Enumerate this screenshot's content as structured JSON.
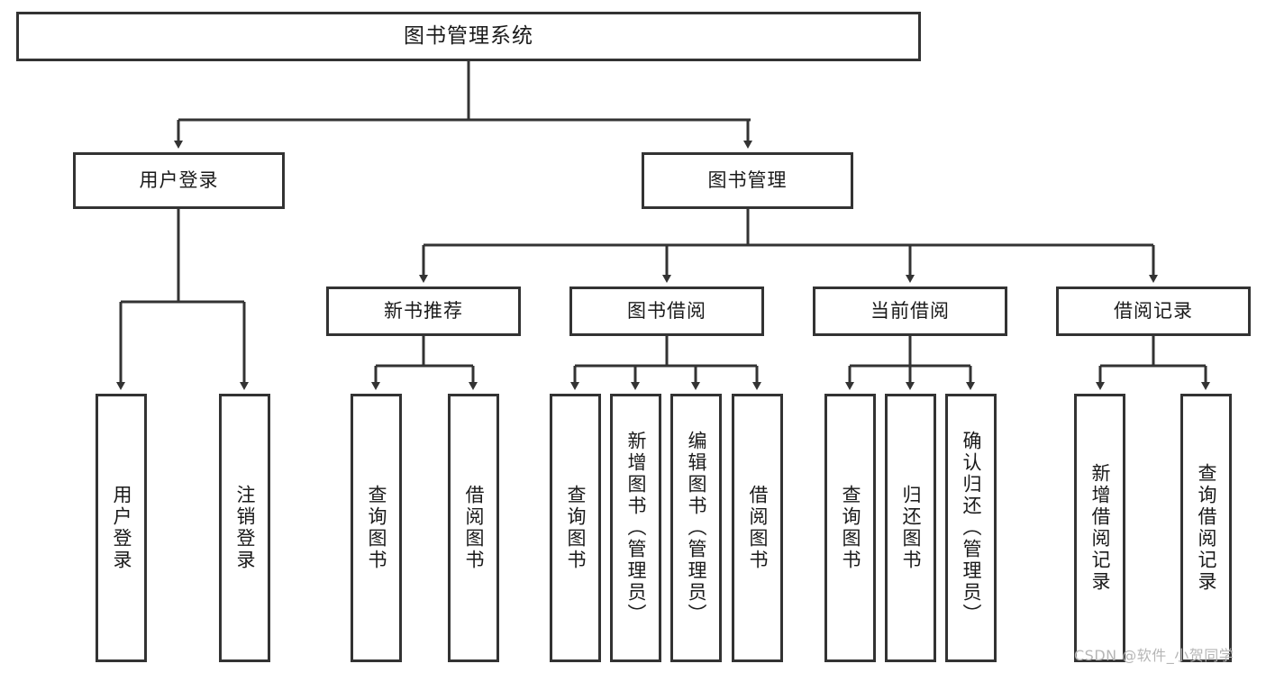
{
  "diagram": {
    "title": "图书管理系统",
    "type": "tree-hierarchy-diagram",
    "watermark": "CSDN @软件_小贺同学",
    "colors": {
      "box_border": "#333333",
      "box_fill": "#ffffff",
      "connector": "#333333",
      "text": "#1a1a1a",
      "watermark": "#b6b6b6"
    },
    "nodes": {
      "root": {
        "label": "图书管理系统"
      },
      "level2": [
        {
          "id": "user-login",
          "label": "用户登录"
        },
        {
          "id": "book-management",
          "label": "图书管理"
        }
      ],
      "level3": [
        {
          "id": "new-book-recommend",
          "label": "新书推荐"
        },
        {
          "id": "book-borrow",
          "label": "图书借阅"
        },
        {
          "id": "current-borrow",
          "label": "当前借阅"
        },
        {
          "id": "borrow-record",
          "label": "借阅记录"
        }
      ],
      "leaves": {
        "user-login": [
          {
            "id": "leaf-user-login",
            "label": "用户登录"
          },
          {
            "id": "leaf-user-logout",
            "label": "注销登录"
          }
        ],
        "new-book-recommend": [
          {
            "id": "leaf-query-book-1",
            "label": "查询图书"
          },
          {
            "id": "leaf-borrow-book-1",
            "label": "借阅图书"
          }
        ],
        "book-borrow": [
          {
            "id": "leaf-query-book-2",
            "label": "查询图书"
          },
          {
            "id": "leaf-add-book",
            "label": "新增图书（管理员）"
          },
          {
            "id": "leaf-edit-book",
            "label": "编辑图书（管理员）"
          },
          {
            "id": "leaf-borrow-book-2",
            "label": "借阅图书"
          }
        ],
        "current-borrow": [
          {
            "id": "leaf-query-book-3",
            "label": "查询图书"
          },
          {
            "id": "leaf-return-book",
            "label": "归还图书"
          },
          {
            "id": "leaf-confirm-return",
            "label": "确认归还（管理员）"
          }
        ],
        "borrow-record": [
          {
            "id": "leaf-add-borrow-record",
            "label": "新增借阅记录"
          },
          {
            "id": "leaf-query-borrow-record",
            "label": "查询借阅记录"
          }
        ]
      }
    }
  }
}
